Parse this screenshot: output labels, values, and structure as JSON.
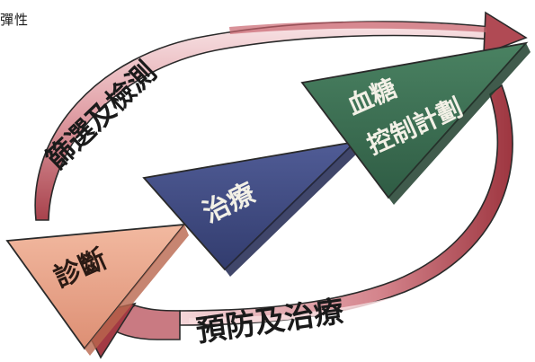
{
  "header_fragment": "彈性",
  "cycle": {
    "top_arc_label": "篩選及檢測",
    "bottom_arc_label": "預防及治療"
  },
  "steps": [
    {
      "label": "診斷",
      "color": "#e9a48a"
    },
    {
      "label": "治療",
      "color": "#3f4a82"
    },
    {
      "label": "血糖",
      "label2": "控制計劃",
      "color": "#3e7155"
    }
  ],
  "colors": {
    "ribbon_light": "#f6d9dc",
    "ribbon_mid": "#d98f96",
    "ribbon_dark": "#a33a44",
    "ribbon_edge": "#2a2a2a"
  }
}
